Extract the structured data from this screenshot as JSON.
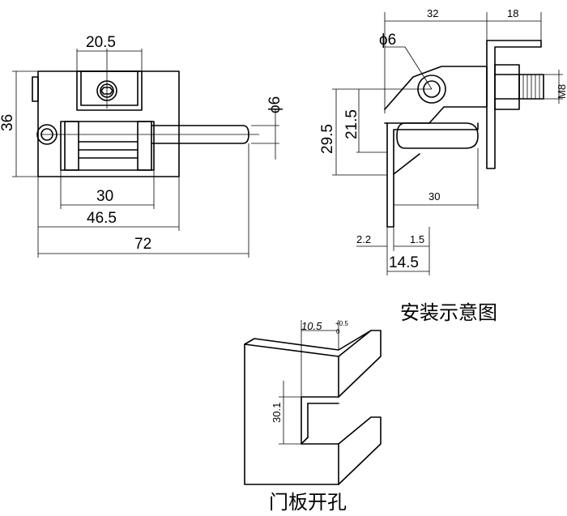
{
  "front_view": {
    "dim_width_top": "20.5",
    "dim_height_left": "36",
    "dim_pin_dia": "ϕ6",
    "dim_inner_30": "30",
    "dim_46_5": "46.5",
    "dim_total_72": "72"
  },
  "side_view": {
    "dim_top_32": "32",
    "dim_top_18": "18",
    "dim_dia_6": "ϕ6",
    "dim_m8": "M8",
    "dim_29_5": "29.5",
    "dim_21_5": "21.5",
    "dim_30": "30",
    "dim_2_2": "2.2",
    "dim_1_5": "1.5",
    "dim_14_5": "14.5",
    "caption": "安装示意图"
  },
  "panel_view": {
    "dim_width": "10.5",
    "dim_tol_upper": "+0.5",
    "dim_tol_lower": "0",
    "dim_height": "30.1",
    "caption": "门板开孔"
  }
}
